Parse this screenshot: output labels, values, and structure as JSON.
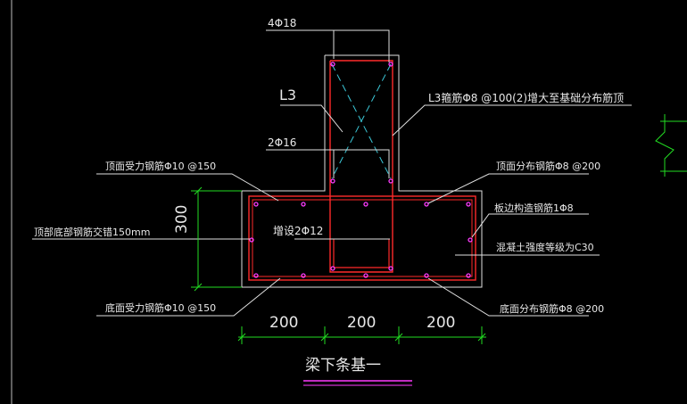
{
  "labels": {
    "top_bars": "4Φ18",
    "beam_name": "L3",
    "stirrup": "L3箍筋Φ8 @100(2)增大至基础分布筋顶",
    "mid_bars": "2Φ16",
    "top_main": "顶面受力钢筋Φ10 @150",
    "top_dist": "顶面分布钢筋Φ8 @200",
    "edge_bar": "板边构造钢筋1Φ8",
    "tie": "顶部底部钢筋交错150mm",
    "add_bars": "增设2Φ12",
    "concrete": "混凝土强度等级为C30",
    "bottom_main": "底面受力钢筋Φ10 @150",
    "bottom_dist": "底面分布钢筋Φ8 @200",
    "title": "梁下条基一"
  },
  "dims": {
    "height": "300",
    "w1": "200",
    "w2": "200",
    "w3": "200"
  },
  "colors": {
    "outline": "#e0e0e0",
    "rebar": "#ff2a2a",
    "dot": "#ff3cff",
    "leader": "#e0e0e0",
    "dimension": "#22dd22",
    "hatch": "#3cc8d8",
    "underline": "#ff3cff"
  }
}
